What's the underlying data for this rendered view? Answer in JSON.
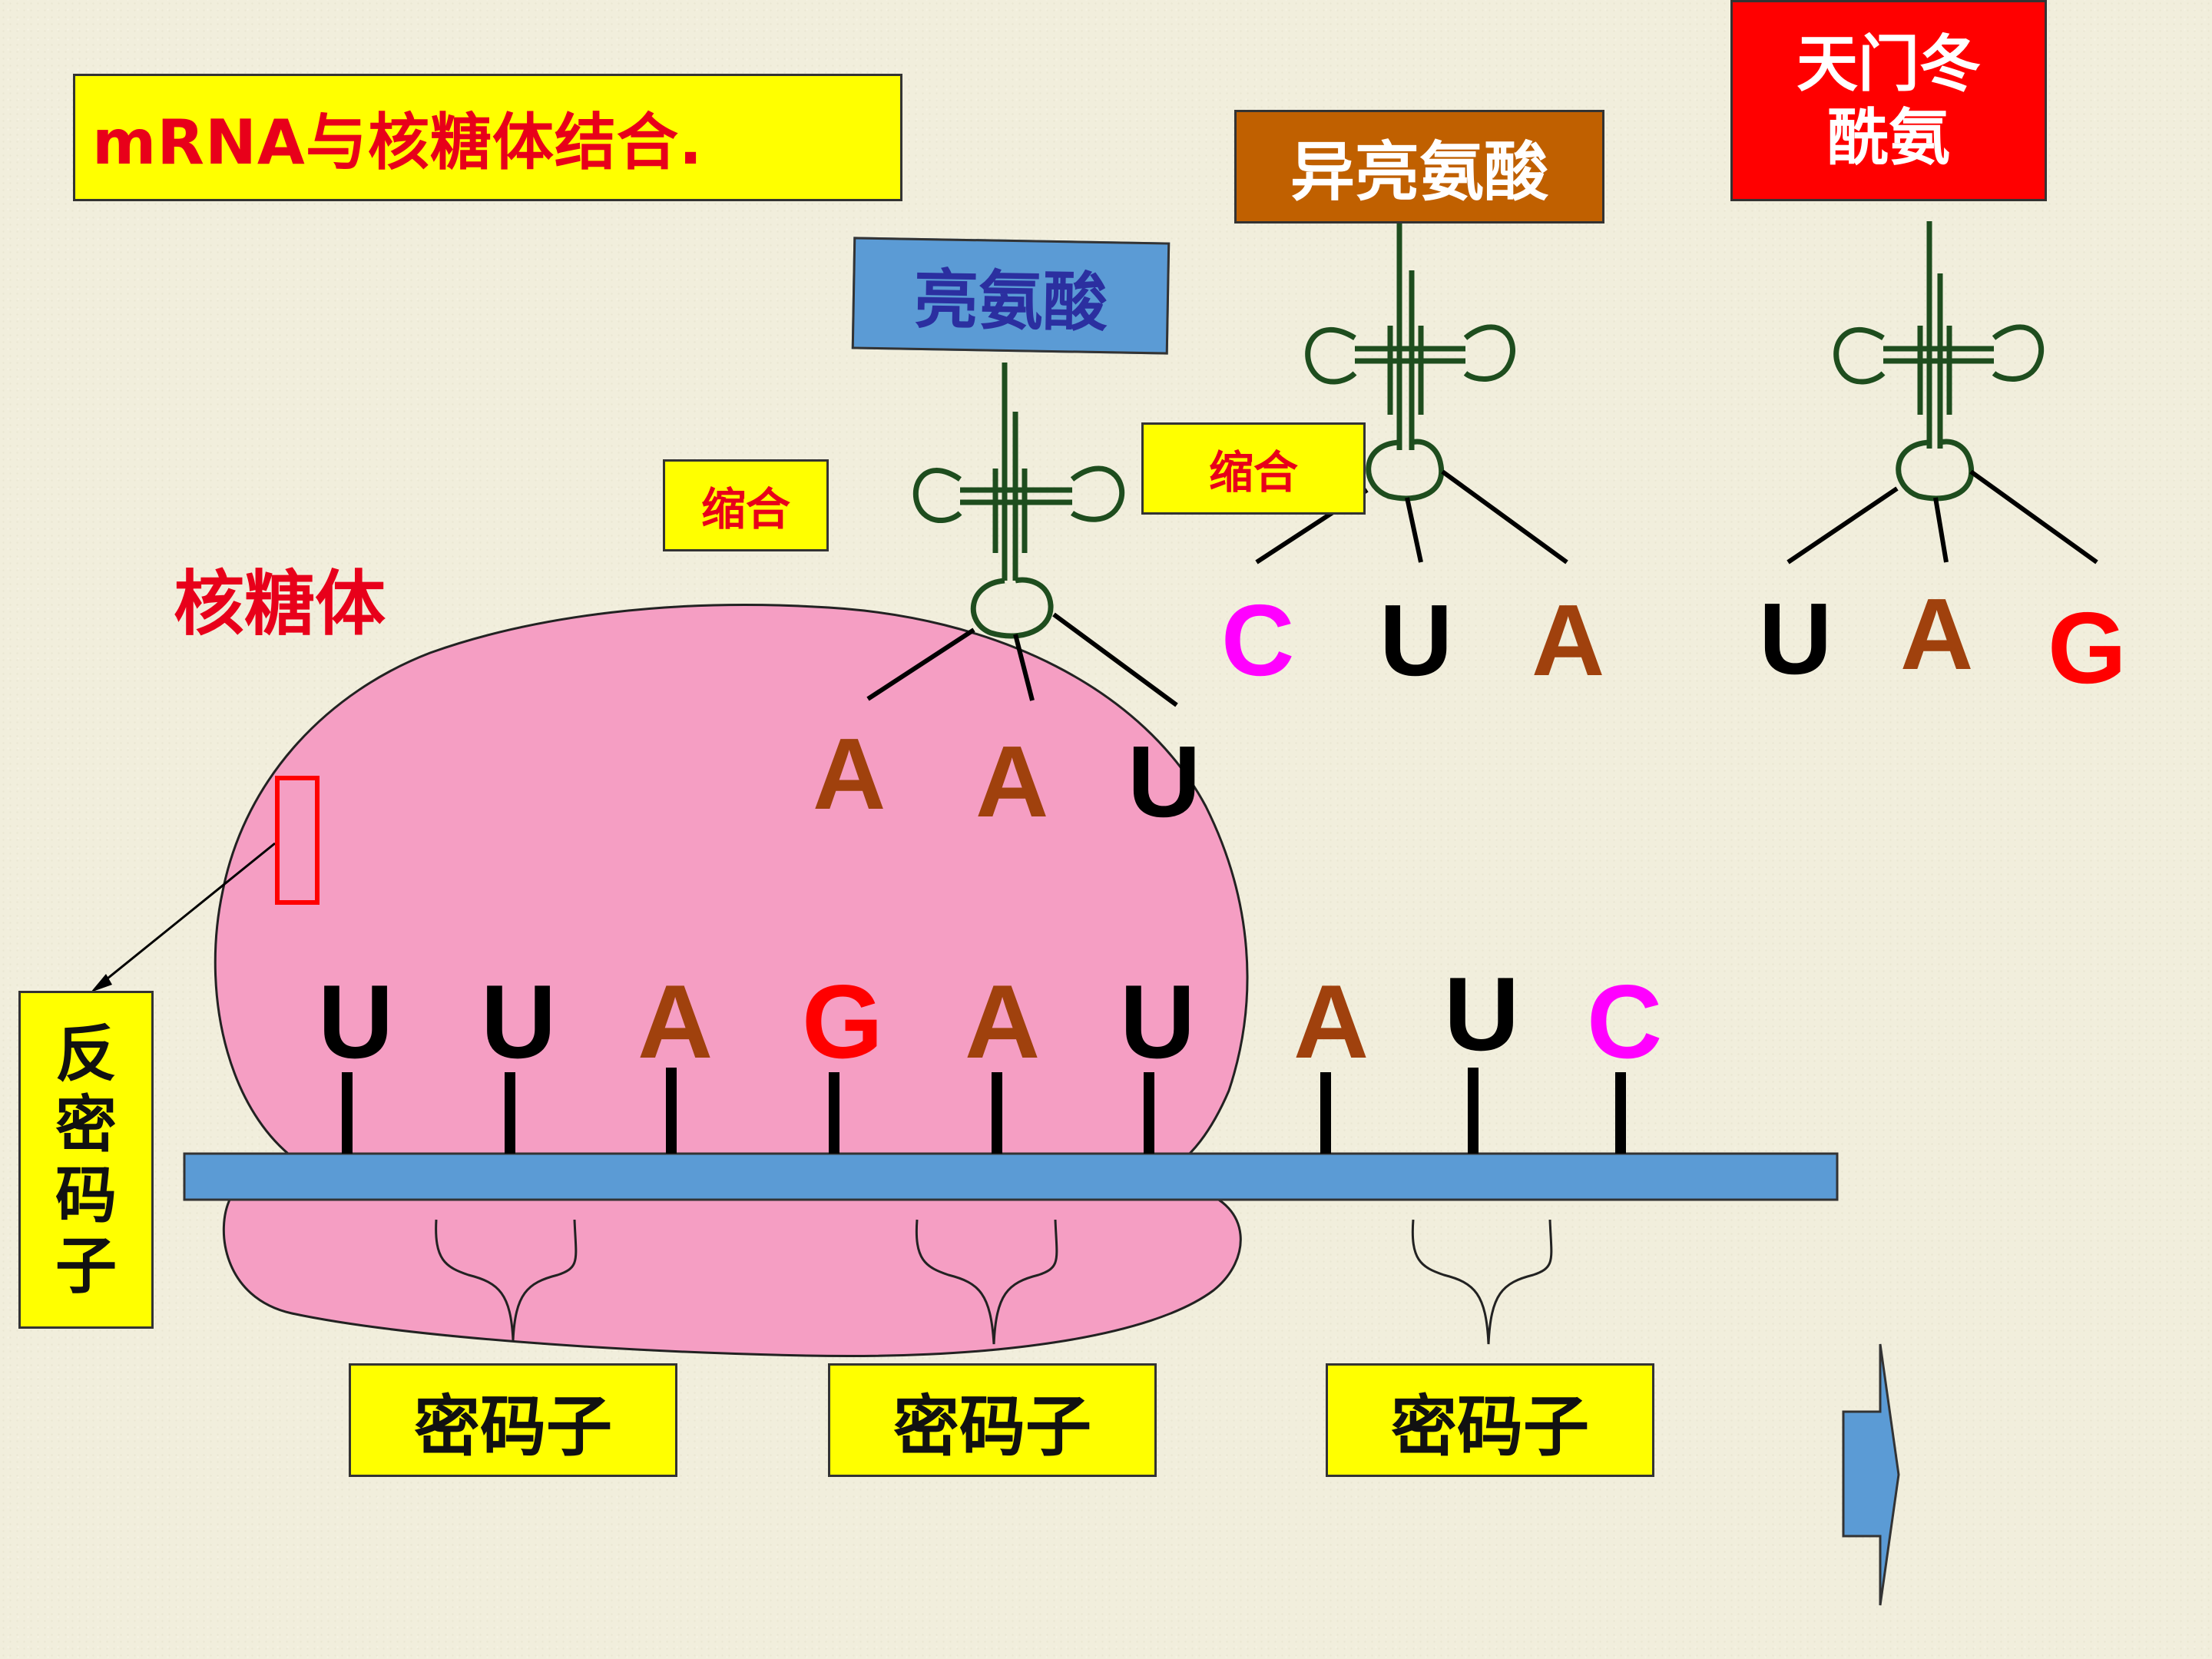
{
  "title": "mRNA与核糖体结合.",
  "ribosome_label": "核糖体",
  "amino_acids": {
    "leucine": "亮氨酸",
    "isoleucine": "异亮氨酸",
    "asparagine_line1": "天门冬",
    "asparagine_line2": "酰氨"
  },
  "condensation_1": "缩合",
  "condensation_2": "缩合",
  "anticodon": [
    "反",
    "密",
    "码",
    "子"
  ],
  "codon_labels": [
    "密码子",
    "密码子",
    "密码子"
  ],
  "mrna_bases": [
    "U",
    "U",
    "A",
    "G",
    "A",
    "U",
    "A",
    "U",
    "C"
  ],
  "trna_anticodons": [
    [
      "A",
      "A",
      "U"
    ],
    [
      "C",
      "U",
      "A"
    ],
    [
      "U",
      "A",
      "G"
    ]
  ],
  "colors": {
    "U": "#000000",
    "A": "#a0410d",
    "G": "#ff0000",
    "C": "#ff00ff",
    "ribosome": "#f59ec3",
    "mrna_strand": "#5b9bd5",
    "trna": "#1e4d1e",
    "label_yellow": "#ffff00"
  }
}
